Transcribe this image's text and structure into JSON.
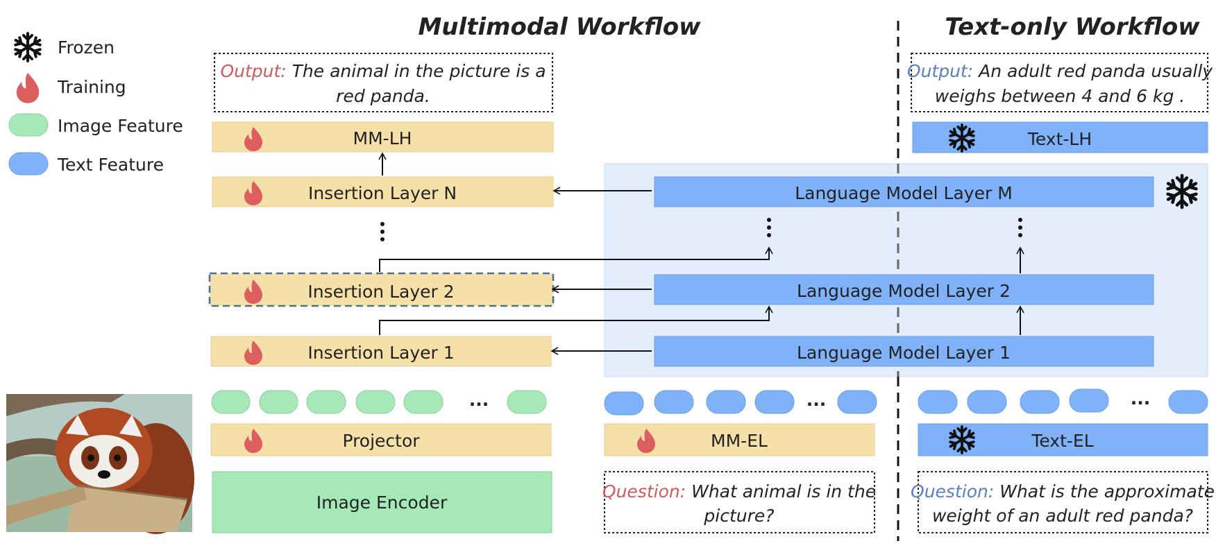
{
  "titles": {
    "multimodal": "Multimodal Workflow",
    "text_only": "Text-only Workflow"
  },
  "legend": {
    "frozen": "Frozen",
    "training": "Training",
    "image_feature": "Image Feature",
    "text_feature": "Text Feature"
  },
  "multimodal": {
    "output_prefix": "Output:",
    "output_line1": "The animal in the picture is a",
    "output_line2": "red panda.",
    "mm_lh": "MM-LH",
    "insertion_n": "Insertion Layer N",
    "insertion_2": "Insertion Layer 2",
    "insertion_1": "Insertion Layer 1",
    "projector": "Projector",
    "image_encoder": "Image Encoder",
    "mm_el": "MM-EL",
    "question_prefix": "Question:",
    "question_line1": "What animal is in the",
    "question_line2": "picture?"
  },
  "language_model": {
    "layer_m": "Language Model Layer M",
    "layer_2": "Language Model Layer 2",
    "layer_1": "Language Model Layer 1"
  },
  "text_only": {
    "output_prefix": "Output:",
    "output_line1": "An adult red panda usually",
    "output_line2": "weighs between 4 and 6 kg .",
    "text_lh": "Text-LH",
    "text_el": "Text-EL",
    "question_prefix": "Question:",
    "question_line1": "What is the approximate",
    "question_line2": "weight of an adult red panda?"
  },
  "ellipsis": "...",
  "colors": {
    "training_box": "#f5e0a8",
    "image_feature": "#a7e8b8",
    "text_feature": "#7fb2f8",
    "lm_background": "#e3edfb",
    "flame": "#dd5e5e",
    "output_prefix": "#cd5c5c",
    "question_prefix_multimodal": "#cd5c5c",
    "question_prefix_text": "#5b7fc0",
    "text_output_prefix": "#5b7fc0",
    "insertion2_dash": "#4a6e9a"
  },
  "icons": [
    "snowflake-icon",
    "flame-icon"
  ]
}
